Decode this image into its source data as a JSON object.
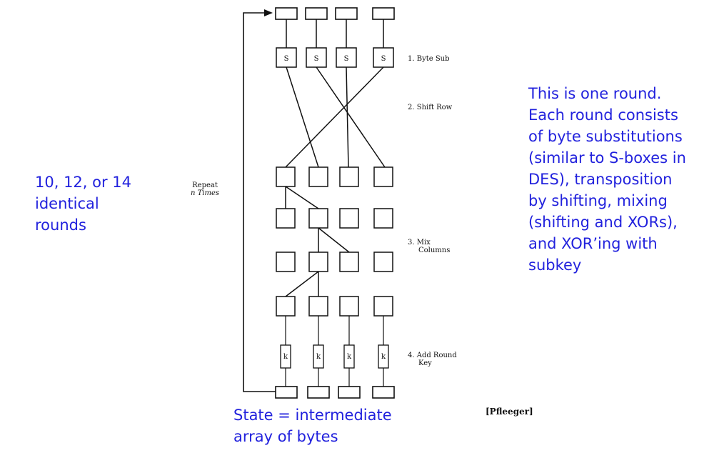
{
  "left_note": {
    "lines": [
      "10, 12, or 14",
      "identical",
      "rounds"
    ]
  },
  "right_note": {
    "lines": [
      "This is one round.",
      "Each round consists",
      "of byte substitutions",
      "(similar to S-boxes in",
      "DES), transposition",
      "by shifting, mixing",
      "(shifting and XORs),",
      "and XOR’ing with",
      "subkey"
    ]
  },
  "bottom_note": {
    "lines": [
      "State = intermediate",
      "array of bytes"
    ]
  },
  "citation": "[Pfleeger]",
  "repeat_label": {
    "lines": [
      "Repeat",
      "n Times"
    ]
  },
  "steps": {
    "byte_sub": "1.  Byte Sub",
    "shift_row": "2.  Shift Row",
    "mix_columns": [
      "3.  Mix",
      "Columns"
    ],
    "add_round_key": [
      "4.  Add Round",
      "Key"
    ]
  },
  "sbox_label": "S",
  "key_label": "k"
}
